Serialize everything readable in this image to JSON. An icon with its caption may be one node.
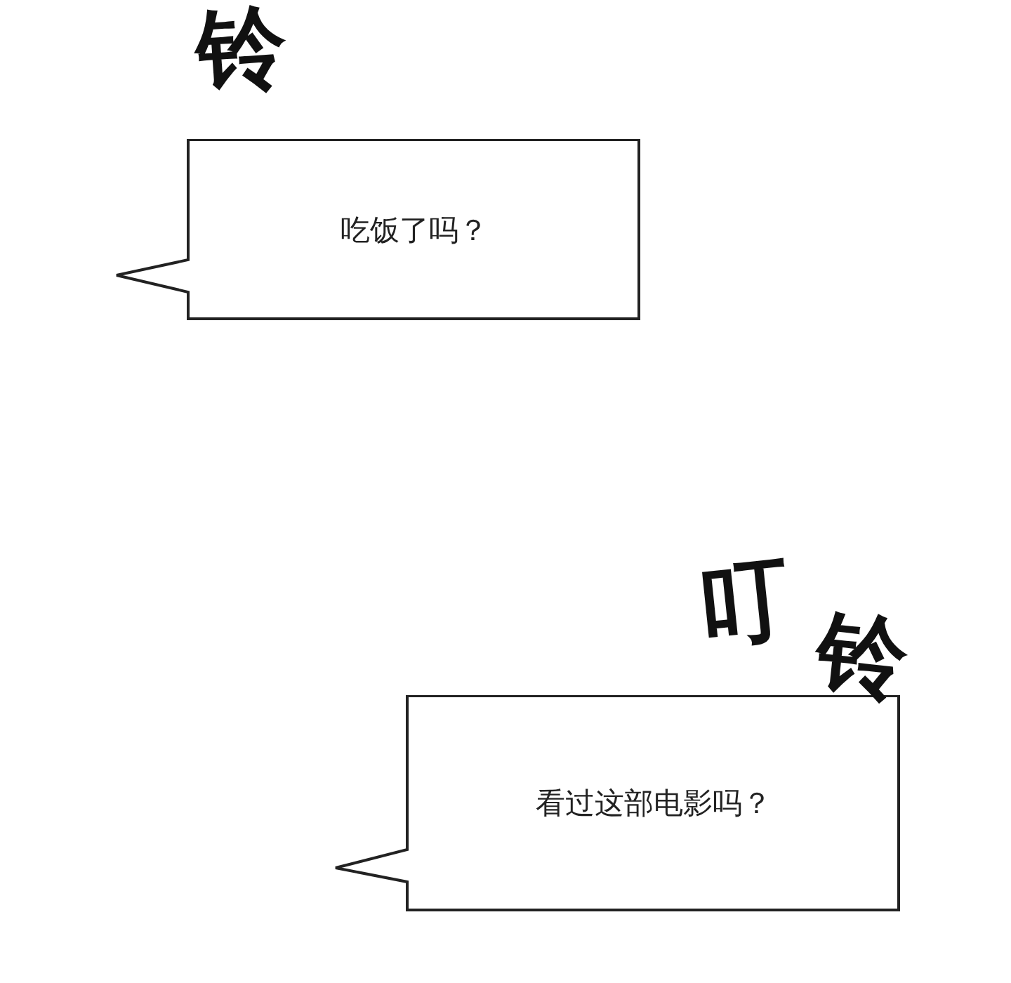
{
  "diagram": {
    "nodes": [
      {
        "text": [
          "吃饭了吗？"
        ]
      },
      {
        "text": [
          "看过这部电影吗？"
        ]
      }
    ],
    "labels": [
      "铃",
      "叮",
      "铃"
    ]
  }
}
